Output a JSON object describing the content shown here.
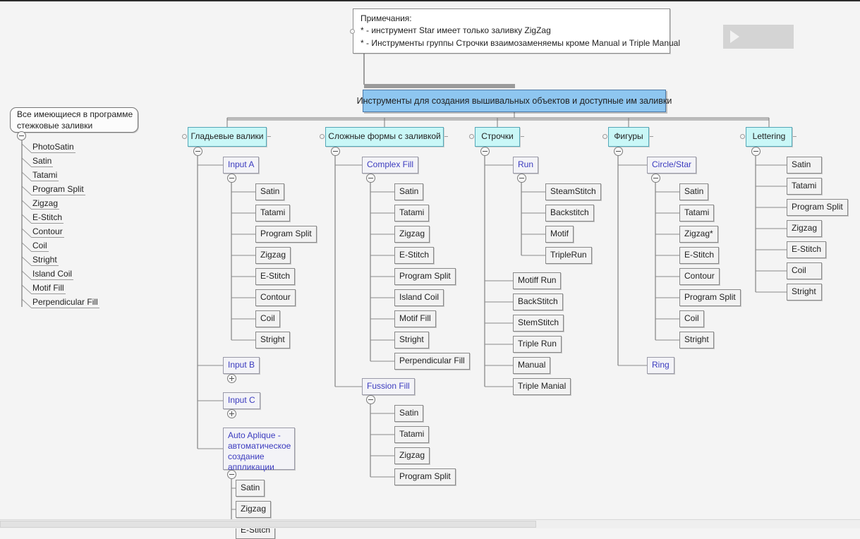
{
  "note": {
    "title": "Примечания:",
    "lines": [
      "* - инструмент Star имеет только заливку ZigZag",
      "* - Инструменты группы Строчки взаимозаменяемы кроме  Manual и Triple Manual"
    ]
  },
  "play_box": {
    "icon": "play-triangle-icon"
  },
  "title": {
    "text": "Инструменты для создания вышивальных объектов и доступные им заливки"
  },
  "all_fills": {
    "header": [
      "Все имеющиеся в программе",
      "стежковые заливки"
    ],
    "items": [
      "PhotoSatin",
      "Satin",
      "Tatami",
      "Program Split",
      "Zigzag",
      "E-Stitch",
      "Contour",
      "Coil",
      "Stright",
      "Island Coil",
      "Motif Fill",
      "Perpendicular Fill"
    ]
  },
  "branches": [
    {
      "label": "Гладьевые валики",
      "tools": [
        {
          "label": "Input A",
          "state": "expanded",
          "fills": [
            "Satin",
            "Tatami",
            "Program Split",
            "Zigzag",
            "E-Stitch",
            "Contour",
            "Coil",
            "Stright"
          ]
        },
        {
          "label": "Input B",
          "state": "collapsed",
          "fills": []
        },
        {
          "label": "Input C",
          "state": "collapsed",
          "fills": []
        },
        {
          "label": "Auto Aplique - автоматическое создание аппликации",
          "state": "expanded",
          "fills": [
            "Satin",
            "Zigzag",
            "E-Stitch"
          ]
        }
      ]
    },
    {
      "label": "Сложные формы с заливкой",
      "tools": [
        {
          "label": "Complex Fill",
          "state": "expanded",
          "fills": [
            "Satin",
            "Tatami",
            "Zigzag",
            "E-Stitch",
            "Program Split",
            "Island Coil",
            "Motif Fill",
            "Stright",
            "Perpendicular Fill"
          ]
        },
        {
          "label": "Fussion Fill",
          "state": "expanded",
          "fills": [
            "Satin",
            "Tatami",
            "Zigzag",
            "Program Split"
          ]
        }
      ]
    },
    {
      "label": "Строчки",
      "tools": [
        {
          "label": "Run",
          "state": "expanded",
          "fills": [
            "SteamStitch",
            "Backstitch",
            "Motif",
            "TripleRun"
          ]
        },
        {
          "label": "Motiff Run",
          "state": "leaf",
          "fills": []
        },
        {
          "label": "BackStitch",
          "state": "leaf",
          "fills": []
        },
        {
          "label": "StemStitch",
          "state": "leaf",
          "fills": []
        },
        {
          "label": "Triple Run",
          "state": "leaf",
          "fills": []
        },
        {
          "label": "Manual",
          "state": "leaf",
          "fills": []
        },
        {
          "label": "Triple Manial",
          "state": "leaf",
          "fills": []
        }
      ]
    },
    {
      "label": "Фигуры",
      "tools": [
        {
          "label": "Circle/Star",
          "state": "expanded",
          "fills": [
            "Satin",
            "Tatami",
            "Zigzag*",
            "E-Stitch",
            "Contour",
            "Program Split",
            "Coil",
            "Stright"
          ]
        },
        {
          "label": "Ring",
          "state": "plain",
          "fills": []
        }
      ]
    },
    {
      "label": "Lettering",
      "tools": [],
      "direct_fills": [
        "Satin",
        "Tatami",
        "Program Split",
        "Zigzag",
        "E-Stitch",
        "Coil",
        "Stright"
      ]
    }
  ],
  "colors": {
    "background": "#f4f4f4",
    "branch_fill": "#c9f7f7",
    "title_fill": "#8ec6f0",
    "tool_text": "#3b3bbf",
    "leaf_fill": "#f2f2f2",
    "gray_box": "#d4d4d4"
  }
}
